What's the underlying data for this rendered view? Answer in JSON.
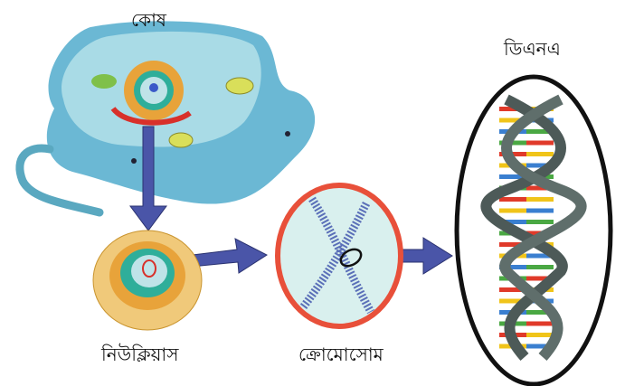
{
  "labels": {
    "cell": "কোষ",
    "nucleus": "নিউক্লিয়াস",
    "chromosome": "ক্রোমোসোম",
    "dna": "ডিএনএ"
  },
  "colors": {
    "arrow": "#4a55a8",
    "cell": "#7cc3d9",
    "chromosome_ring": "#e8503a",
    "dna_backbone": "#4d5a58",
    "base_pairs": [
      "#e03a2a",
      "#f0c419",
      "#3a7fd0",
      "#4aa843"
    ]
  }
}
